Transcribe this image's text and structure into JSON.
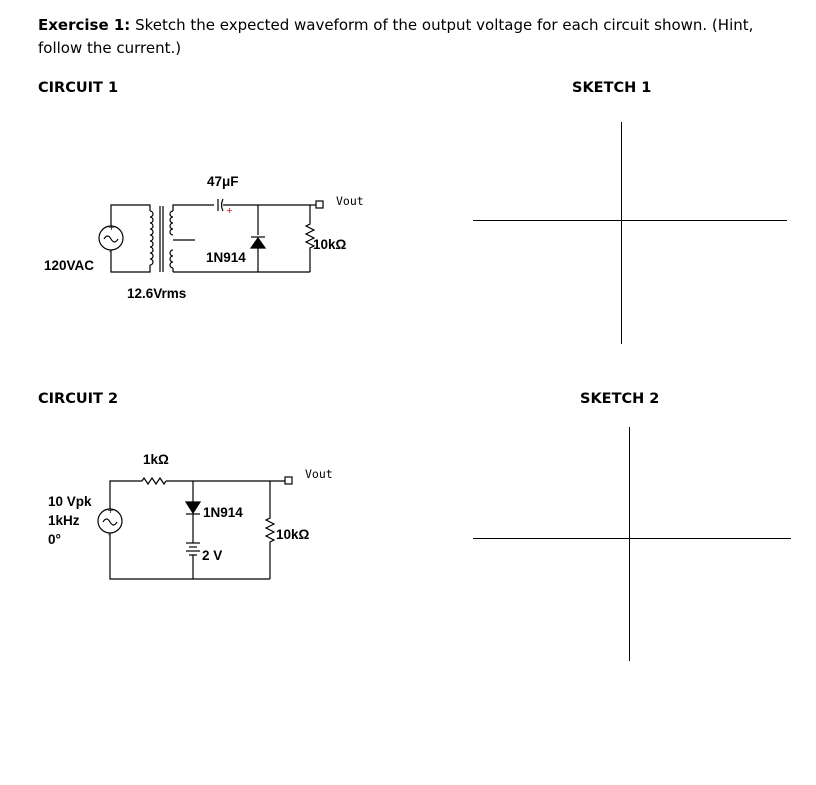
{
  "instructions": {
    "label": "Exercise 1:",
    "text": " Sketch the expected waveform of the output voltage for each circuit shown.  (Hint, follow the current.)"
  },
  "circuit1": {
    "heading": "CIRCUIT 1",
    "source_label": "120VAC",
    "transformer_label": "12.6Vrms",
    "capacitor_label": "47μF",
    "diode_label": "1N914",
    "resistor_label": "10kΩ",
    "output_label": "Vout"
  },
  "circuit2": {
    "heading": "CIRCUIT 2",
    "source_amplitude": "10 Vpk",
    "source_frequency": "1kHz",
    "source_phase": "0°",
    "series_resistor_label": "1kΩ",
    "diode_label": "1N914",
    "battery_label": "2 V",
    "load_resistor_label": "10kΩ",
    "output_label": "Vout"
  },
  "sketch1": {
    "heading": "SKETCH 1"
  },
  "sketch2": {
    "heading": "SKETCH 2"
  }
}
